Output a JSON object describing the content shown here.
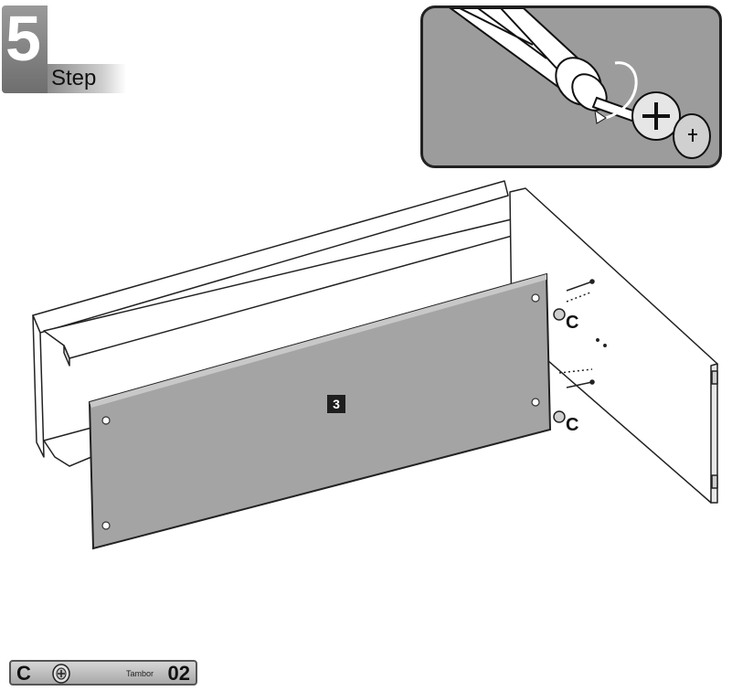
{
  "step": {
    "number": "5",
    "word": "Step"
  },
  "assembly": {
    "panel_label": "3",
    "callouts": [
      "C",
      "C"
    ]
  },
  "parts": [
    {
      "letter": "C",
      "name": "Tambor",
      "quantity": "02"
    }
  ],
  "colors": {
    "panel_fill": "#a4a4a4",
    "inset_fill": "#9c9c9c",
    "outline": "#222222",
    "badge_gray": "#8a8a8a"
  },
  "icons": [
    "screwdriver-icon",
    "cam-lock-icon",
    "rotate-arrow-icon",
    "screw-icon"
  ]
}
